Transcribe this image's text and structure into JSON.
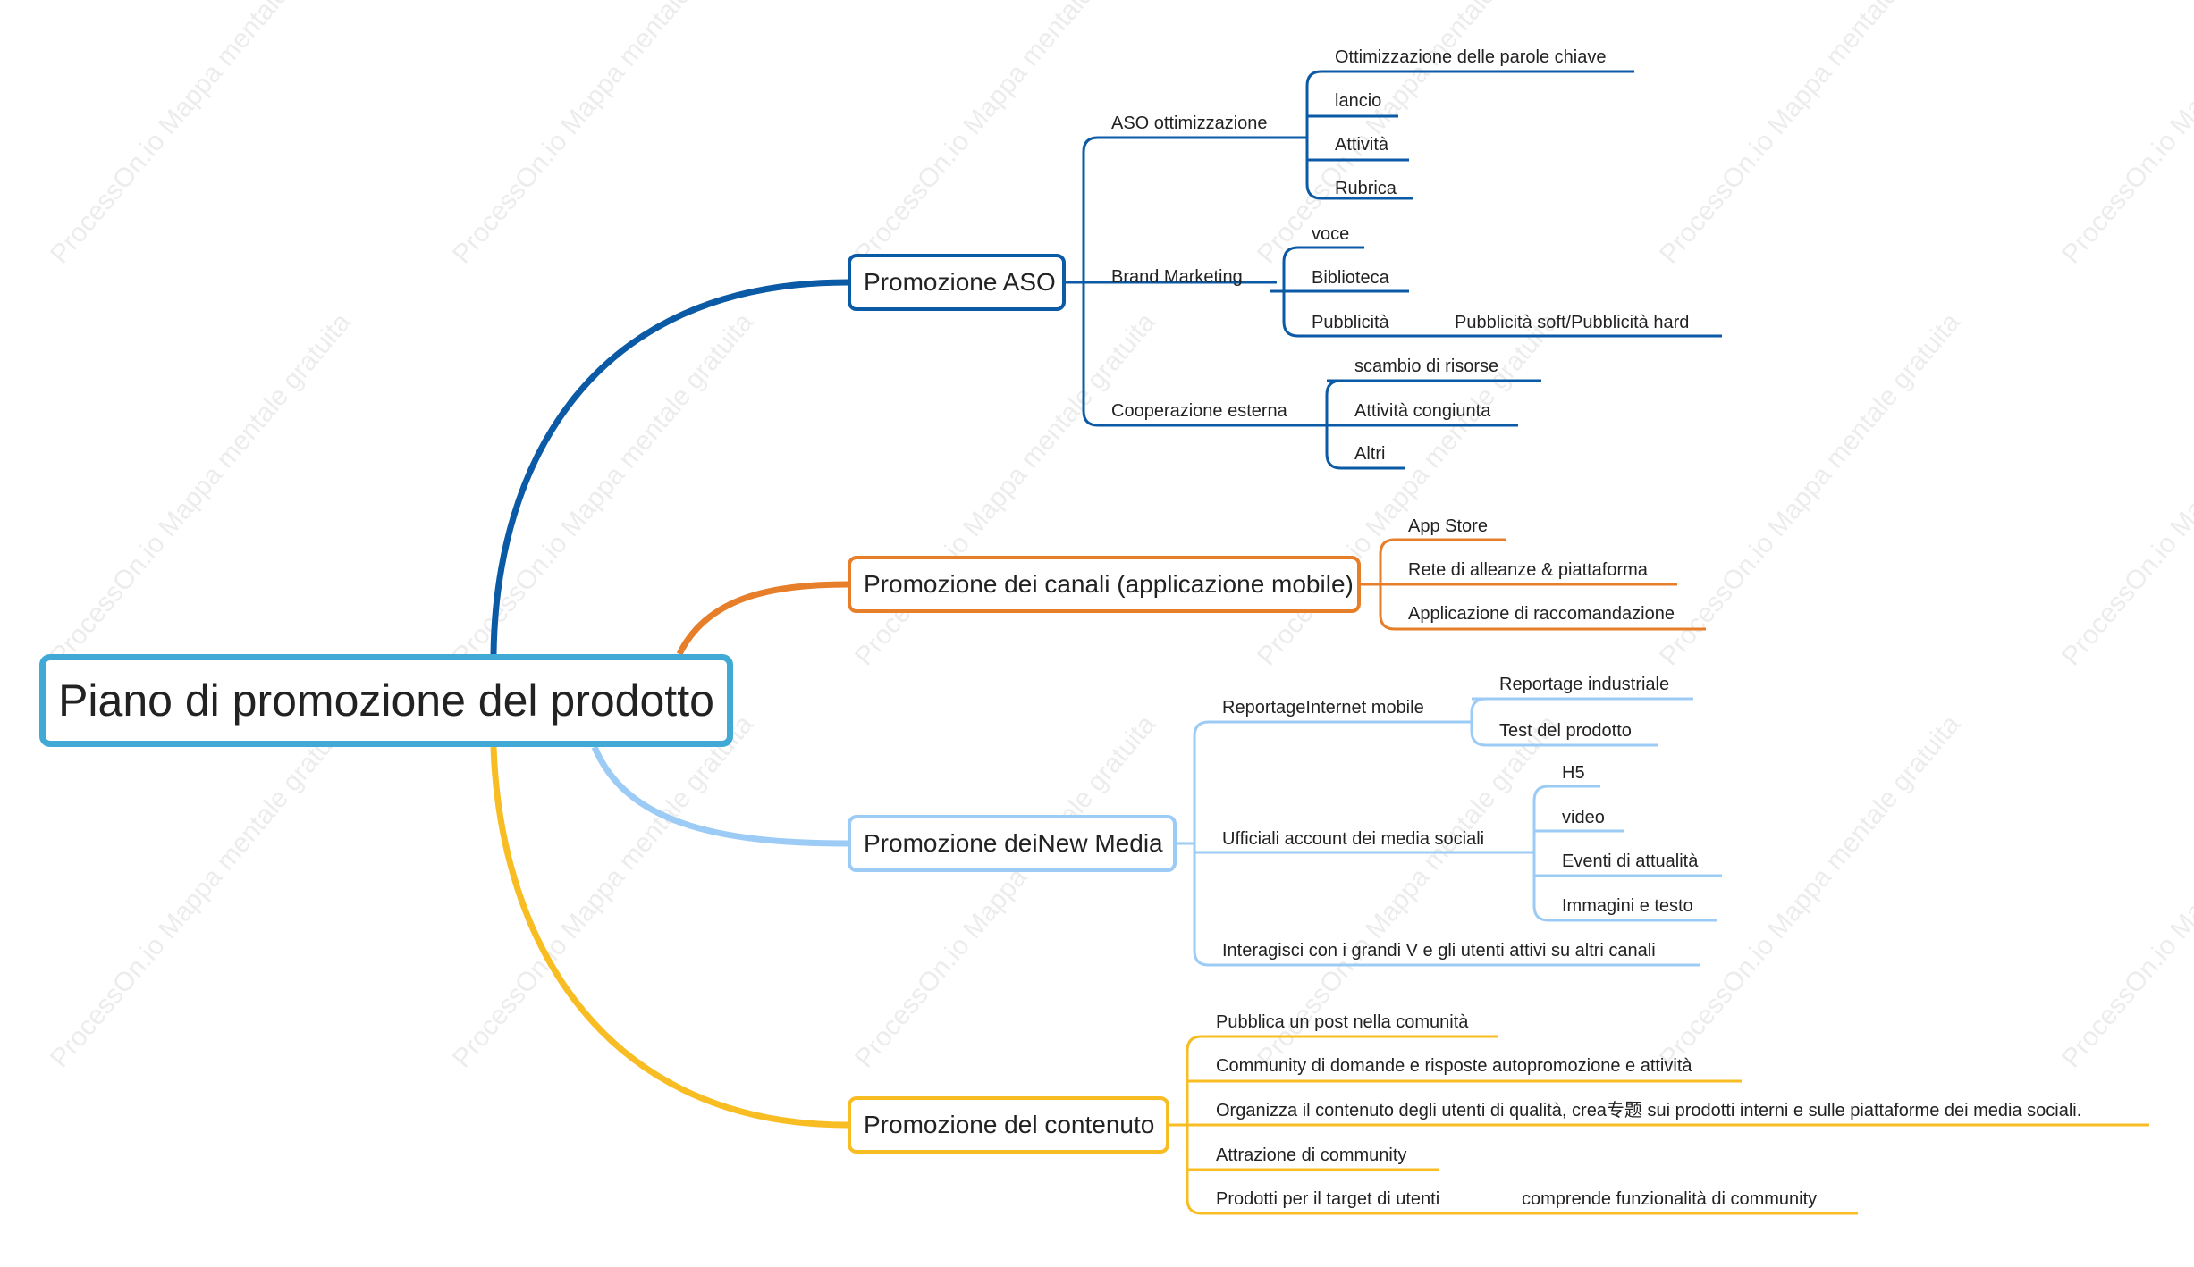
{
  "colors": {
    "root": "#40a9d5",
    "aso": "#0b5aa5",
    "channels": "#e67e2a",
    "newmedia": "#9ccbf5",
    "content": "#f7bd22"
  },
  "watermark": "ProcessOn.io Mappa mentale gratuita",
  "root": {
    "label": "Piano di promozione del prodotto"
  },
  "branches": {
    "aso": {
      "label": "Promozione ASO",
      "children": {
        "aso_opt": {
          "label": "ASO ottimizzazione",
          "items": [
            "Ottimizzazione delle parole chiave",
            "lancio",
            "Attività",
            "Rubrica"
          ]
        },
        "brand": {
          "label": "Brand Marketing",
          "items": [
            "voce",
            "Biblioteca",
            "Pubblicità"
          ],
          "pubblicita_sub": "Pubblicità soft/Pubblicità hard"
        },
        "coop": {
          "label": "Cooperazione esterna",
          "items": [
            "scambio di risorse",
            "Attività congiunta",
            "Altri"
          ]
        }
      }
    },
    "channels": {
      "label": "Promozione dei canali (applicazione mobile)",
      "items": [
        "App Store",
        "Rete di alleanze & piattaforma",
        "Applicazione di raccomandazione"
      ]
    },
    "newmedia": {
      "label": "Promozione deiNew Media",
      "children": {
        "reportage": {
          "label": "ReportageInternet mobile",
          "items": [
            "Reportage industriale",
            "Test del prodotto"
          ]
        },
        "social": {
          "label": "Ufficiali account dei media sociali",
          "items": [
            "H5",
            "video",
            "Eventi di attualità",
            "Immagini e testo"
          ]
        },
        "interact": {
          "label": "Interagisci con i grandi V e gli utenti attivi su altri canali"
        }
      }
    },
    "content": {
      "label": "Promozione del contenuto",
      "items": [
        "Pubblica un post nella comunità",
        "Community di domande e risposte autopromozione e attività",
        "Organizza il contenuto degli utenti di qualità, crea专题 sui prodotti interni e sulle piattaforme dei media sociali.",
        "Attrazione di community",
        "Prodotti per il target di utenti"
      ],
      "target_sub": "comprende funzionalità di community"
    }
  }
}
